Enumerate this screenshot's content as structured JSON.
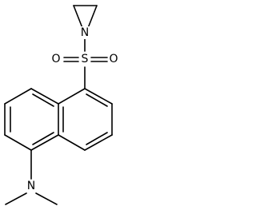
{
  "atoms": {
    "aziridine_n": "N",
    "sulfur": "S",
    "oxygen_left": "O",
    "oxygen_right": "O",
    "amine_n": "N"
  }
}
